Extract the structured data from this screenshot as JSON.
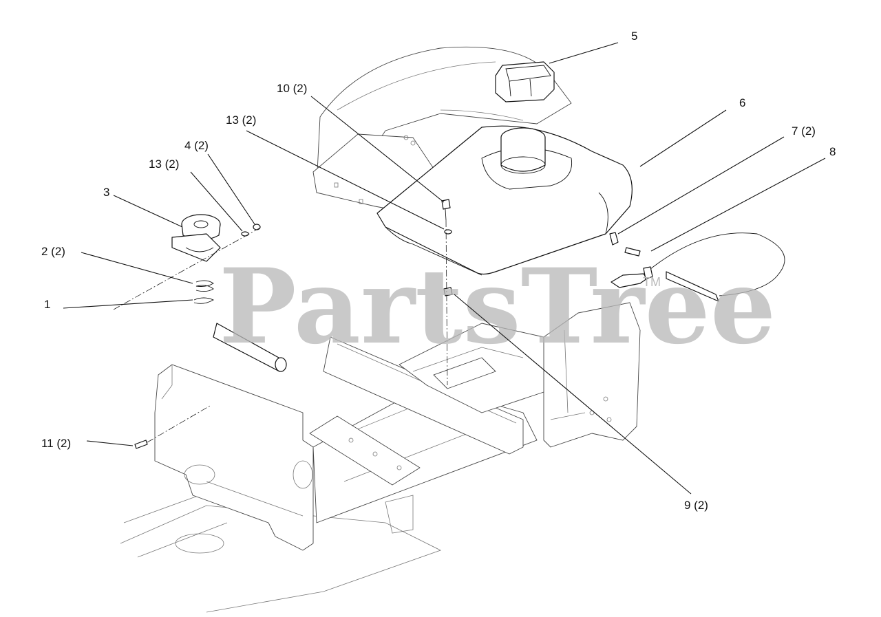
{
  "watermark": {
    "text": "PartsTree",
    "trademark": "TM"
  },
  "callouts": [
    {
      "id": "c1",
      "label": "1"
    },
    {
      "id": "c2",
      "label": "2 (2)"
    },
    {
      "id": "c3",
      "label": "3"
    },
    {
      "id": "c13a",
      "label": "13 (2)"
    },
    {
      "id": "c4",
      "label": "4 (2)"
    },
    {
      "id": "c13b",
      "label": "13 (2)"
    },
    {
      "id": "c10",
      "label": "10 (2)"
    },
    {
      "id": "c5",
      "label": "5"
    },
    {
      "id": "c6",
      "label": "6"
    },
    {
      "id": "c7",
      "label": "7 (2)"
    },
    {
      "id": "c8",
      "label": "8"
    },
    {
      "id": "c11",
      "label": "11 (2)"
    },
    {
      "id": "c9",
      "label": "9 (2)"
    }
  ]
}
